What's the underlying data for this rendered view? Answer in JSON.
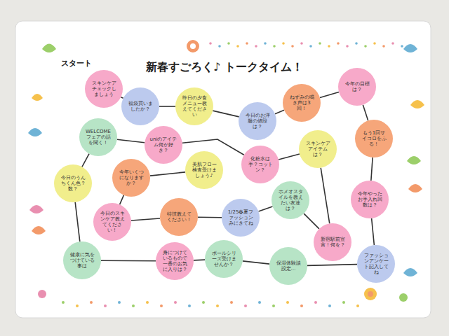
{
  "diagram": {
    "title": "新春すごろく♪ トークタイム！",
    "nodes": [
      {
        "text": [
          "スタート",
          "スキンケアチェックしましょう"
        ]
      },
      {
        "text": [
          "福袋買いましたか？"
        ]
      },
      {
        "text": [
          "昨日の夕食メニュー教えてください"
        ]
      },
      {
        "text": [
          "今日のお洋服の値段は？"
        ]
      },
      {
        "text": [
          "ねずみの鳴き声は3回！"
        ]
      },
      {
        "text": [
          "今年の目標は？"
        ]
      },
      {
        "text": [
          "もう1回サイコロをふる！"
        ]
      },
      {
        "text": [
          "今年やったお手入れ回数は？"
        ]
      },
      {
        "text": [
          "ファッションアンケート記入してね"
        ]
      },
      {
        "text": [
          "保湿体験談設定…"
        ]
      },
      {
        "text": [
          "ボールシリーズ受けませんか？"
        ]
      },
      {
        "text": [
          "身につけているもので一番のお気に入りは？"
        ]
      },
      {
        "text": [
          "健康に気をつけている事は"
        ]
      },
      {
        "text": [
          "今日のうんちくん色？数？"
        ]
      },
      {
        "text": [
          "WELCOMEフェアの話を聞く！"
        ]
      },
      {
        "text": [
          "uniのアイテム何が好き？"
        ]
      },
      {
        "text": [
          "化粧水は手？コットン？"
        ]
      },
      {
        "text": [
          "スキンケアアイテムは？"
        ]
      },
      {
        "text": [
          "新宿駅前宣言！何を？"
        ]
      },
      {
        "text": [
          "ホメオスタイルを教えたい友達は？"
        ]
      },
      {
        "text": [
          "1/25春夏ファッションみにきてね"
        ]
      },
      {
        "text": [
          "特技教えてください！"
        ]
      },
      {
        "text": [
          "今日のスキンケア教えてください！"
        ]
      },
      {
        "text": [
          "今年いくつになりますか？"
        ]
      },
      {
        "text": [
          "美肌フロー検査受けましょう♪"
        ]
      }
    ],
    "edges": [
      {
        "from": 0,
        "to": 1,
        "arrow": "none"
      },
      {
        "from": 1,
        "to": 2,
        "arrow": "none"
      },
      {
        "from": 2,
        "to": 3,
        "arrow": "none"
      },
      {
        "from": 3,
        "to": 4,
        "arrow": "none"
      },
      {
        "from": 4,
        "to": 5,
        "arrow": "none"
      },
      {
        "from": 5,
        "to": 6,
        "arrow": "none"
      },
      {
        "from": 6,
        "to": 7,
        "arrow": "none"
      },
      {
        "from": 7,
        "to": 8,
        "arrow": "none"
      },
      {
        "from": 8,
        "to": 9,
        "arrow": "none"
      },
      {
        "from": 9,
        "to": 10,
        "arrow": "none"
      },
      {
        "from": 10,
        "to": 11,
        "arrow": "none"
      },
      {
        "from": 11,
        "to": 12,
        "arrow": "none"
      },
      {
        "from": 12,
        "to": 13,
        "arrow": "none"
      },
      {
        "from": 13,
        "to": 14,
        "arrow": "none"
      },
      {
        "from": 14,
        "to": 15,
        "arrow": "none"
      },
      {
        "from": 15,
        "to": 16,
        "arrow": "none"
      },
      {
        "from": 16,
        "to": 17,
        "arrow": "none"
      },
      {
        "from": 17,
        "to": 18,
        "arrow": "none"
      },
      {
        "from": 18,
        "to": 19,
        "arrow": "none"
      },
      {
        "from": 19,
        "to": 20,
        "arrow": "none"
      },
      {
        "from": 20,
        "to": 21,
        "arrow": "none"
      },
      {
        "from": 21,
        "to": 22,
        "arrow": "none"
      },
      {
        "from": 22,
        "to": 23,
        "arrow": "none"
      },
      {
        "from": 23,
        "to": 24,
        "arrow": "none"
      }
    ]
  }
}
